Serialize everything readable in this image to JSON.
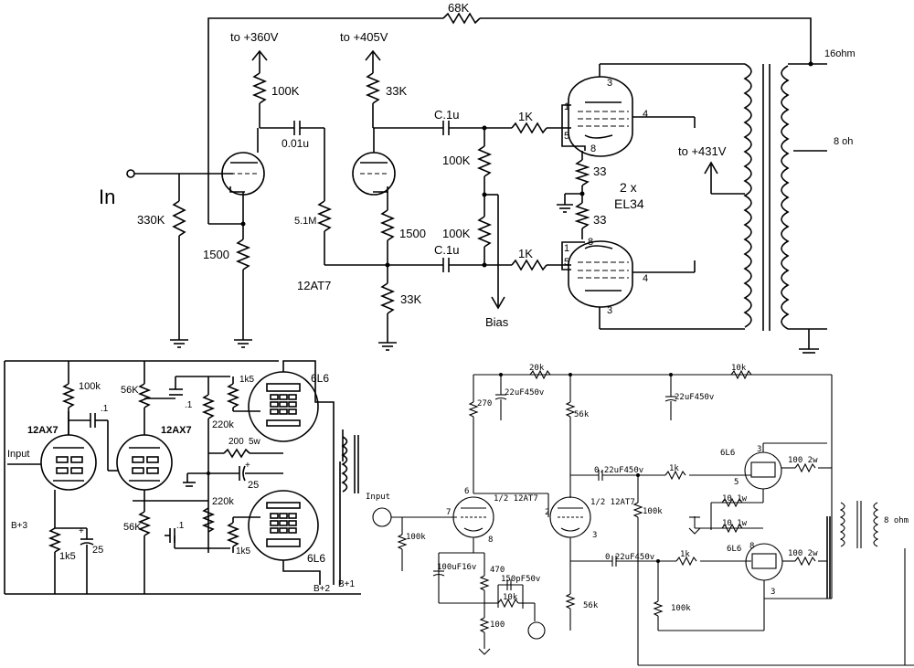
{
  "top": {
    "feedback_res": "68K",
    "in_label": "In",
    "supply_360": "to +360V",
    "supply_405": "to +405V",
    "supply_431": "to +431V",
    "r_100k_plate": "100K",
    "r_33k_plate": "33K",
    "c_coupling": "0.01u",
    "r_330k": "330K",
    "r_1500_cath": "1500",
    "r_5m1": "5.1M",
    "r_1500_pi": "1500",
    "tube_12at7": "12AT7",
    "r_33k_tail": "33K",
    "c_top": "C.1u",
    "c_bot": "C.1u",
    "r_100k_top": "100K",
    "r_100k_bot": "100K",
    "r_1k_top": "1K",
    "r_1k_bot": "1K",
    "bias": "Bias",
    "r_33_a": "33",
    "r_33_b": "33",
    "tubes_count": "2 x",
    "tubes_type": "EL34",
    "tap_16": "16ohm",
    "tap_8": "8 oh",
    "pin3a": "3",
    "pin1a": "1",
    "pin5a": "5",
    "pin4a": "4",
    "pin8a": "8",
    "pin8b": "8",
    "pin1b": "1",
    "pin5b": "5",
    "pin4b": "4",
    "pin3b": "3"
  },
  "bottom_left": {
    "r_100k": "100k",
    "r_56k_top": "56K",
    "c_1_top": ".1",
    "c_1_mid": ".1",
    "r_1k5_top": "1k5",
    "tube_6l6_top": "6L6",
    "tube_12ax7_left": "12AX7",
    "tube_12ax7_right": "12AX7",
    "r_220k_top": "220k",
    "r_200": "200",
    "r_5w": "5w",
    "input": "Input",
    "c_25_mid": "25",
    "plus_mid": "+",
    "r_220k_bot": "220k",
    "b3": "B+3",
    "plus_cath": "+",
    "r_56k_bot": "56K",
    "c_1_bot": ".1",
    "r_1k5_cath": "1k5",
    "c_25_cath": "25",
    "r_1k5_bot": "1k5",
    "tube_6l6_bot": "6L6",
    "b2": "B+2",
    "b1": "B+1"
  },
  "bottom_right": {
    "r_20k": "20k",
    "c_22u_top": "22uF450v",
    "r_270": "270",
    "r_10k": "10k",
    "c_22u_right": "22uF450v",
    "r_56k": "56k",
    "input": "Input",
    "pin6": "6",
    "pin7": "7",
    "tube_half_a": "1/2 12AT7",
    "pin2": "2",
    "tube_half_b": "1/2 12AT7",
    "c_022_top": "0.22uF450v",
    "r_1k_top": "1k",
    "tube_6l6_top": "6L6",
    "pin3_top": "3",
    "r_100_2w_top": "100 2w",
    "pin5_top": "5",
    "r_100k_in": "100k",
    "pin8": "8",
    "pin3_pi": "3",
    "r_100k_grid": "100k",
    "r_10_1w_a": "10 1w",
    "r_10_1w_b": "10 1w",
    "ohm8": "8 ohm",
    "c_100u": "100uF16v",
    "r_470": "470",
    "c_150p": "150pF50v",
    "r_10k_fb": "10k",
    "c_022_bot": "0.22uF450v",
    "r_1k_bot": "1k",
    "tube_6l6_bot": "6L6",
    "pin8_bot": "8",
    "r_100_2w_bot": "100 2w",
    "pin3_bot": "3",
    "r_56k_low": "56k",
    "r_100k_low": "100k",
    "r_100": "100"
  }
}
